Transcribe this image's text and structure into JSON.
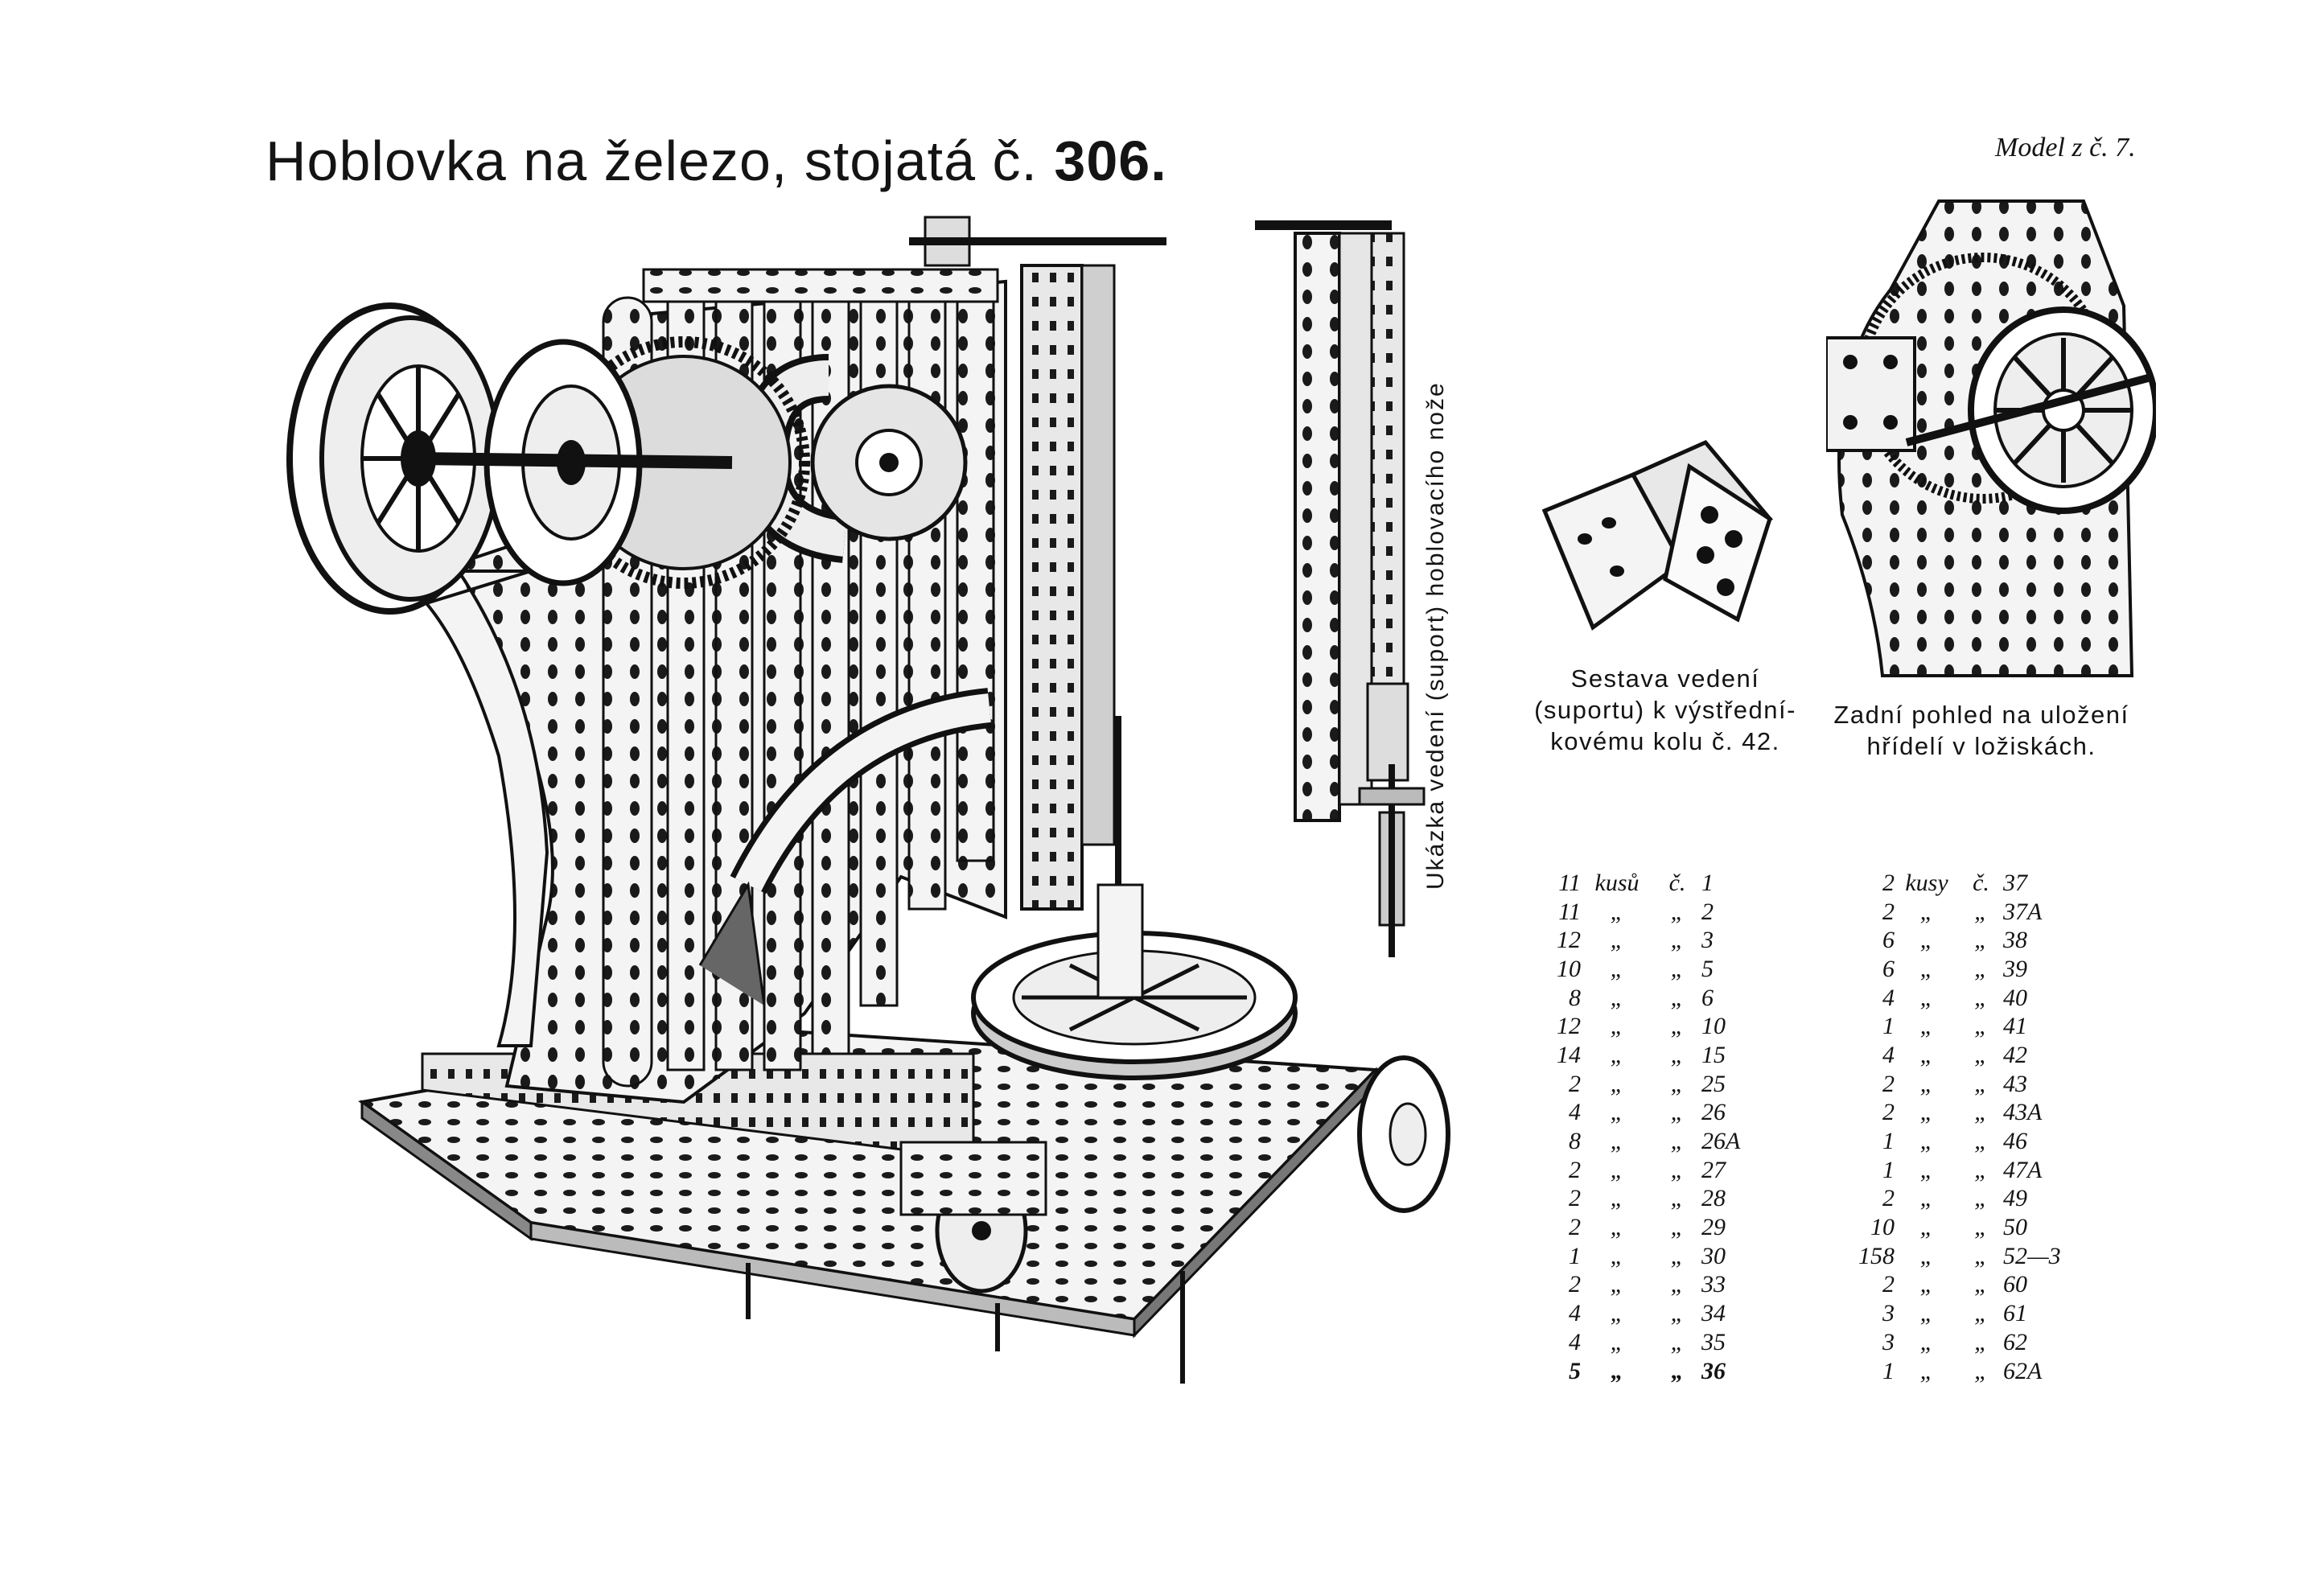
{
  "page": {
    "title_prefix": "Hoblovka na železo, stojatá č.",
    "title_number": "306.",
    "model_note": "Model z č. 7."
  },
  "figures": {
    "main_machine_icon": "planing-machine-illustration",
    "cutter_slide_icon": "cutter-slide-illustration",
    "guide_assembly_icon": "guide-bracket-illustration",
    "rear_view_icon": "rear-bearing-view-illustration"
  },
  "captions": {
    "vertical": "Ukázka vedení (suport) hoblovacího nože",
    "guide": [
      "Sestava vedení",
      "(suportu) k výstřední-",
      "kovému kolu č. 42."
    ],
    "rear": [
      "Zadní pohled na uložení",
      "hřídelí v ložiskách."
    ]
  },
  "parts_left": [
    {
      "qty": "11",
      "unit": "kusů",
      "c": "č.",
      "num": "1"
    },
    {
      "qty": "11",
      "unit": "„",
      "c": "„",
      "num": "2"
    },
    {
      "qty": "12",
      "unit": "„",
      "c": "„",
      "num": "3"
    },
    {
      "qty": "10",
      "unit": "„",
      "c": "„",
      "num": "5"
    },
    {
      "qty": "8",
      "unit": "„",
      "c": "„",
      "num": "6"
    },
    {
      "qty": "12",
      "unit": "„",
      "c": "„",
      "num": "10"
    },
    {
      "qty": "14",
      "unit": "„",
      "c": "„",
      "num": "15"
    },
    {
      "qty": "2",
      "unit": "„",
      "c": "„",
      "num": "25"
    },
    {
      "qty": "4",
      "unit": "„",
      "c": "„",
      "num": "26"
    },
    {
      "qty": "8",
      "unit": "„",
      "c": "„",
      "num": "26A"
    },
    {
      "qty": "2",
      "unit": "„",
      "c": "„",
      "num": "27"
    },
    {
      "qty": "2",
      "unit": "„",
      "c": "„",
      "num": "28"
    },
    {
      "qty": "2",
      "unit": "„",
      "c": "„",
      "num": "29"
    },
    {
      "qty": "1",
      "unit": "„",
      "c": "„",
      "num": "30"
    },
    {
      "qty": "2",
      "unit": "„",
      "c": "„",
      "num": "33"
    },
    {
      "qty": "4",
      "unit": "„",
      "c": "„",
      "num": "34"
    },
    {
      "qty": "4",
      "unit": "„",
      "c": "„",
      "num": "35"
    },
    {
      "qty": "5",
      "unit": "„",
      "c": "„",
      "num": "36"
    }
  ],
  "parts_right": [
    {
      "qty": "2",
      "unit": "kusy",
      "c": "č.",
      "num": "37"
    },
    {
      "qty": "2",
      "unit": "„",
      "c": "„",
      "num": "37A"
    },
    {
      "qty": "6",
      "unit": "„",
      "c": "„",
      "num": "38"
    },
    {
      "qty": "6",
      "unit": "„",
      "c": "„",
      "num": "39"
    },
    {
      "qty": "4",
      "unit": "„",
      "c": "„",
      "num": "40"
    },
    {
      "qty": "1",
      "unit": "„",
      "c": "„",
      "num": "41"
    },
    {
      "qty": "4",
      "unit": "„",
      "c": "„",
      "num": "42"
    },
    {
      "qty": "2",
      "unit": "„",
      "c": "„",
      "num": "43"
    },
    {
      "qty": "2",
      "unit": "„",
      "c": "„",
      "num": "43A"
    },
    {
      "qty": "1",
      "unit": "„",
      "c": "„",
      "num": "46"
    },
    {
      "qty": "1",
      "unit": "„",
      "c": "„",
      "num": "47A"
    },
    {
      "qty": "2",
      "unit": "„",
      "c": "„",
      "num": "49"
    },
    {
      "qty": "10",
      "unit": "„",
      "c": "„",
      "num": "50"
    },
    {
      "qty": "158",
      "unit": "„",
      "c": "„",
      "num": "52—3"
    },
    {
      "qty": "2",
      "unit": "„",
      "c": "„",
      "num": "60"
    },
    {
      "qty": "3",
      "unit": "„",
      "c": "„",
      "num": "61"
    },
    {
      "qty": "3",
      "unit": "„",
      "c": "„",
      "num": "62"
    },
    {
      "qty": "1",
      "unit": "„",
      "c": "„",
      "num": "62A"
    }
  ]
}
